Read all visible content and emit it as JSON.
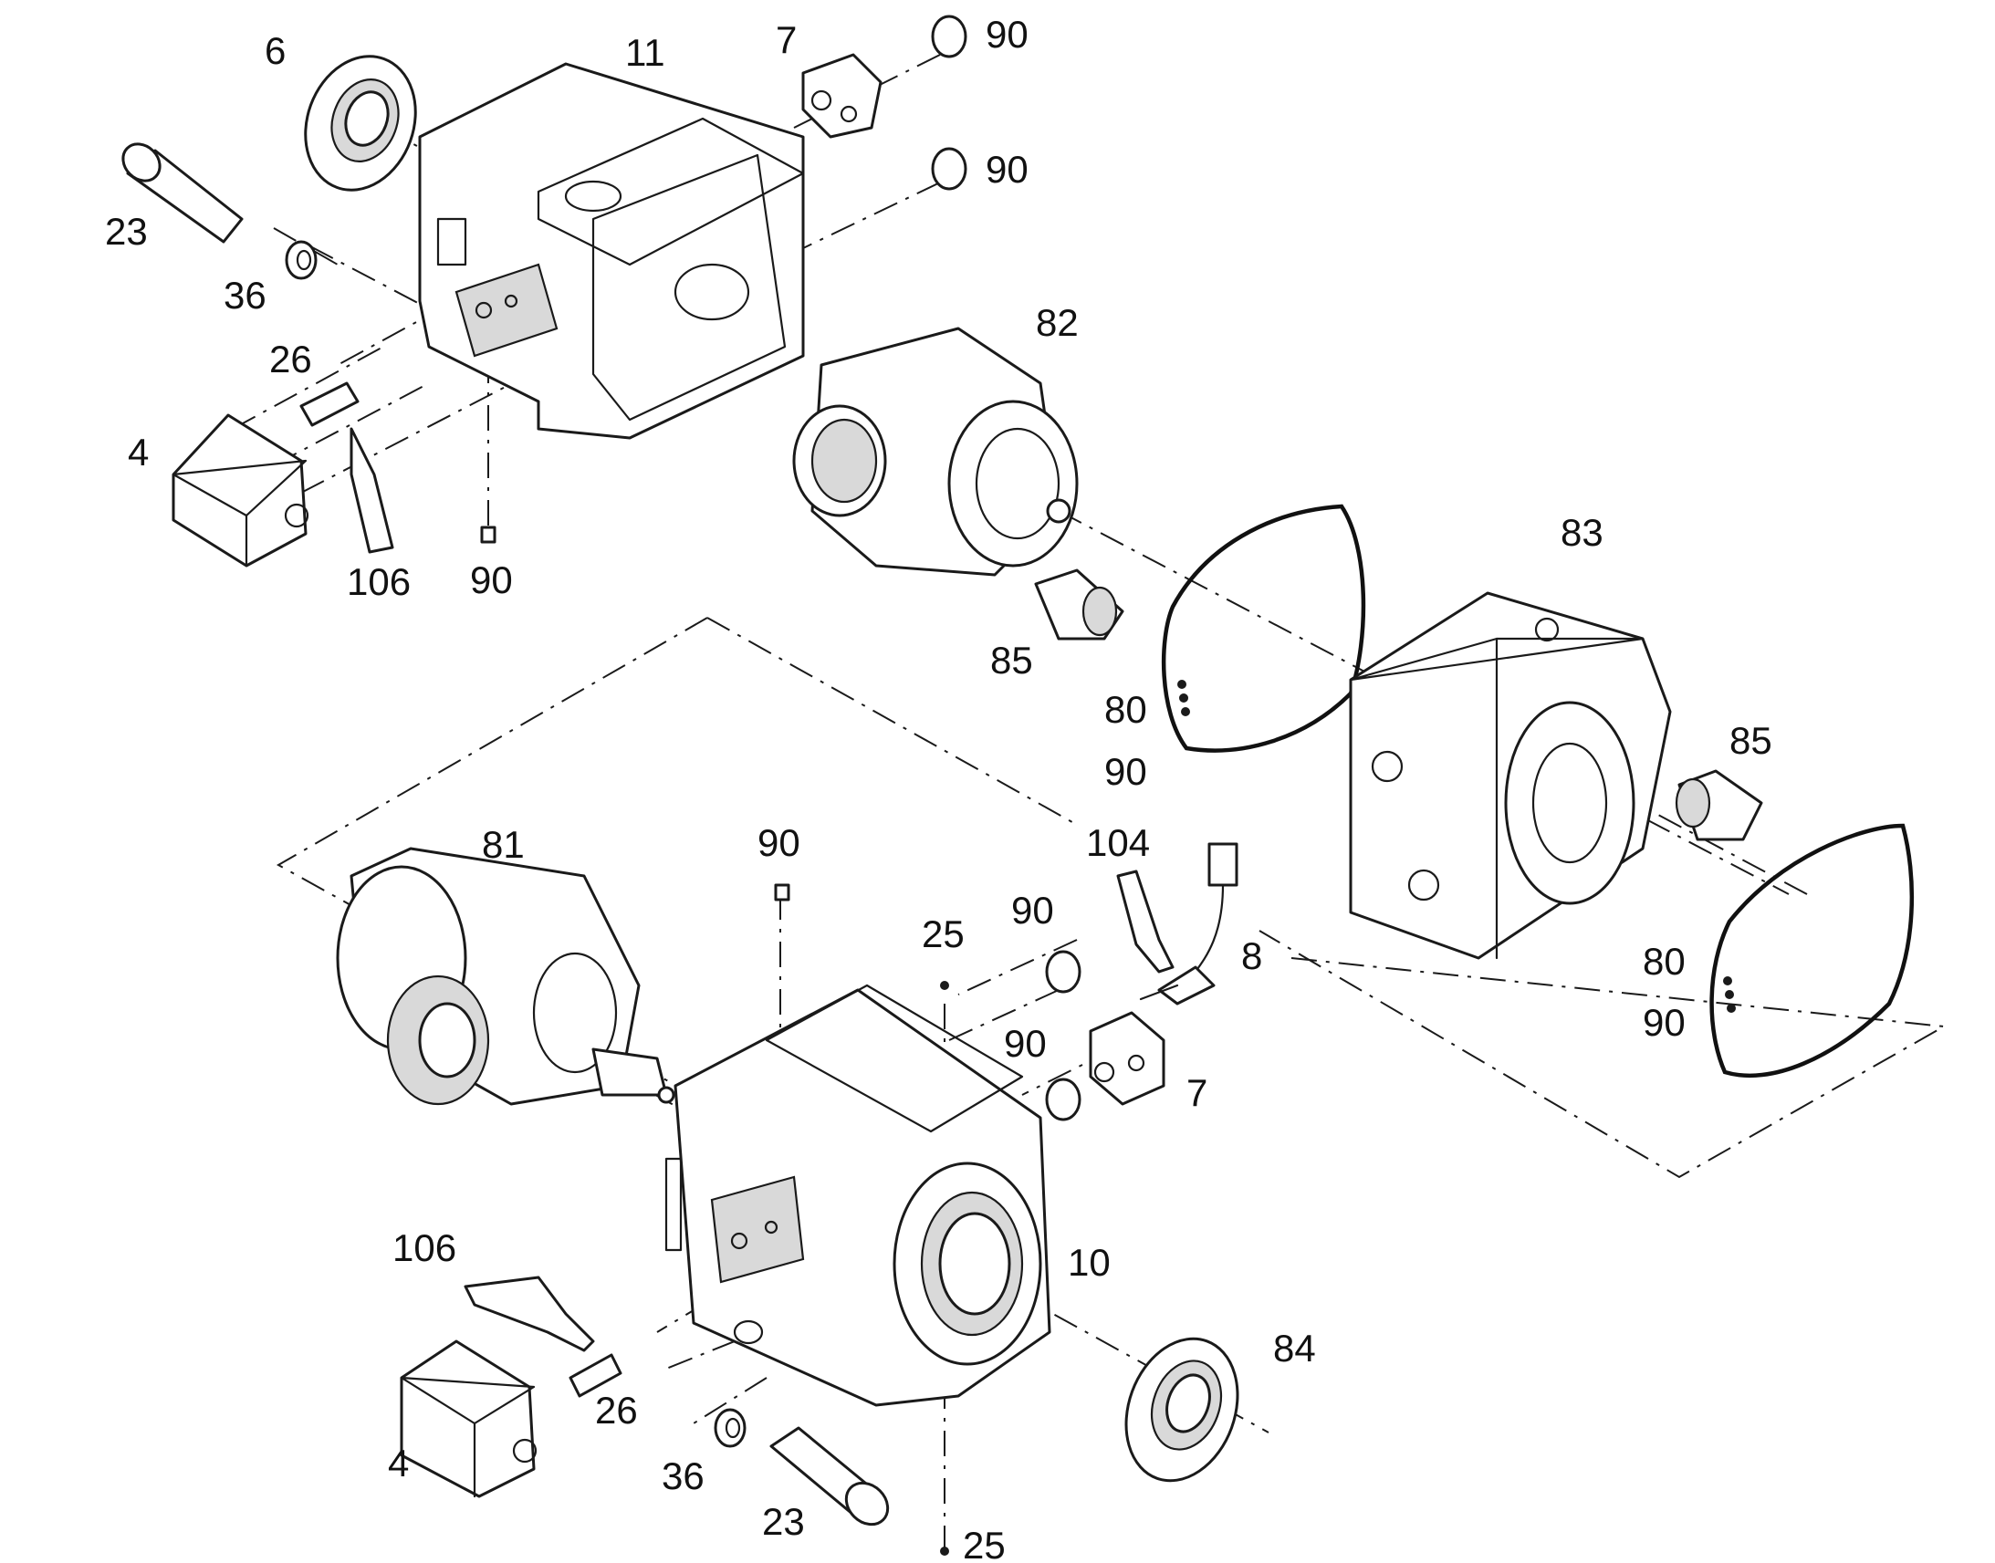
{
  "diagram": {
    "type": "exploded-parts-view",
    "line_color": "#1a1a1a",
    "background_color": "#ffffff",
    "callouts": [
      {
        "id": "c1",
        "label": "6"
      },
      {
        "id": "c2",
        "label": "11"
      },
      {
        "id": "c3",
        "label": "7"
      },
      {
        "id": "c4",
        "label": "90"
      },
      {
        "id": "c5",
        "label": "90"
      },
      {
        "id": "c6",
        "label": "23"
      },
      {
        "id": "c7",
        "label": "36"
      },
      {
        "id": "c8",
        "label": "26"
      },
      {
        "id": "c9",
        "label": "4"
      },
      {
        "id": "c10",
        "label": "106"
      },
      {
        "id": "c11",
        "label": "90"
      },
      {
        "id": "c12",
        "label": "82"
      },
      {
        "id": "c13",
        "label": "83"
      },
      {
        "id": "c14",
        "label": "85"
      },
      {
        "id": "c15",
        "label": "80"
      },
      {
        "id": "c16",
        "label": "90"
      },
      {
        "id": "c17",
        "label": "85"
      },
      {
        "id": "c18",
        "label": "81"
      },
      {
        "id": "c19",
        "label": "90"
      },
      {
        "id": "c20",
        "label": "104"
      },
      {
        "id": "c21",
        "label": "25"
      },
      {
        "id": "c22",
        "label": "90"
      },
      {
        "id": "c23",
        "label": "8"
      },
      {
        "id": "c24",
        "label": "90"
      },
      {
        "id": "c25",
        "label": "7"
      },
      {
        "id": "c26",
        "label": "80"
      },
      {
        "id": "c27",
        "label": "90"
      },
      {
        "id": "c28",
        "label": "106"
      },
      {
        "id": "c29",
        "label": "10"
      },
      {
        "id": "c30",
        "label": "84"
      },
      {
        "id": "c31",
        "label": "26"
      },
      {
        "id": "c32",
        "label": "4"
      },
      {
        "id": "c33",
        "label": "36"
      },
      {
        "id": "c34",
        "label": "23"
      },
      {
        "id": "c35",
        "label": "25"
      }
    ]
  }
}
